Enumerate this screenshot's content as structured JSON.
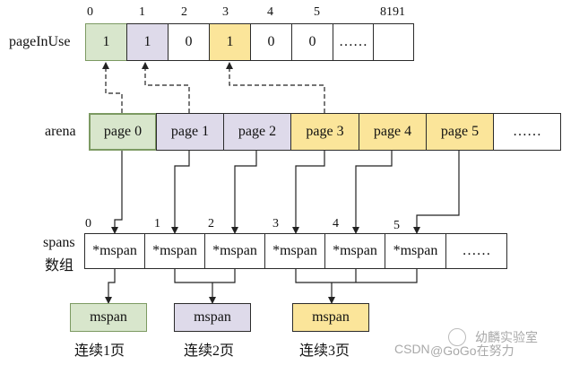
{
  "page_in_use": {
    "label": "pageInUse",
    "indices": [
      "0",
      "1",
      "2",
      "3",
      "4",
      "5",
      "8191"
    ],
    "cells": [
      "1",
      "1",
      "0",
      "1",
      "0",
      "0",
      "……",
      ""
    ]
  },
  "arena": {
    "label": "arena",
    "pages": [
      "page 0",
      "page 1",
      "page 2",
      "page 3",
      "page 4",
      "page 5",
      "……"
    ]
  },
  "spans": {
    "label_line1": "spans",
    "label_line2": "数组",
    "indices": [
      "0",
      "1",
      "2",
      "3",
      "4",
      "5"
    ],
    "cells": [
      "*mspan",
      "*mspan",
      "*mspan",
      "*mspan",
      "*mspan",
      "*mspan",
      "……"
    ]
  },
  "mspan_groups": [
    {
      "name": "mspan",
      "caption": "连续1页"
    },
    {
      "name": "mspan",
      "caption": "连续2页"
    },
    {
      "name": "mspan",
      "caption": "连续3页"
    }
  ],
  "colors": {
    "green": "#d8e6cc",
    "green_border": "#7c9a62",
    "purple": "#dedaea",
    "yellow": "#fbe59a",
    "white": "#ffffff"
  },
  "watermark": {
    "csdn": "CSDN",
    "account": "@GoGo在努力",
    "brand": "幼麟实验室"
  }
}
